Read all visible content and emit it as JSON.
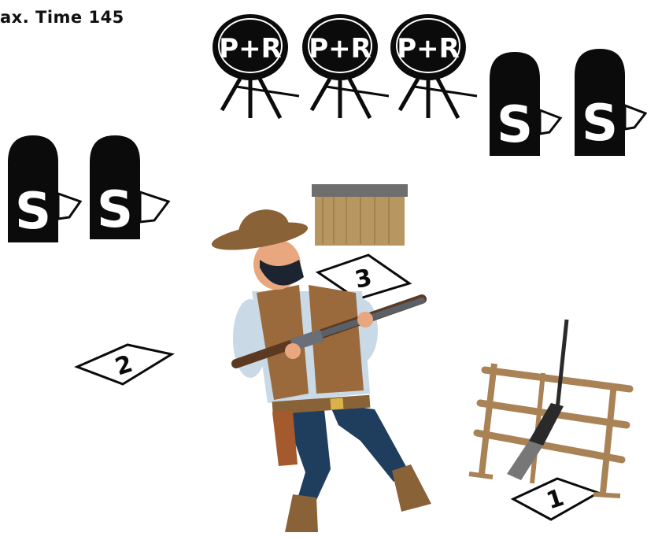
{
  "header": {
    "max_time_label": "ax. Time 145"
  },
  "targets": {
    "pr_label": "P+R",
    "s_label": "S",
    "pr_count": 3,
    "s_count": 4
  },
  "positions": {
    "one": "1",
    "two": "2",
    "three": "3"
  },
  "colors": {
    "target_black": "#0b0b0b",
    "hat": "#8a6238",
    "vest": "#9a6a3c",
    "shirt": "#c9d9e6",
    "jeans": "#1f3d5c",
    "rail": "#a98256",
    "table": "#b89660"
  }
}
